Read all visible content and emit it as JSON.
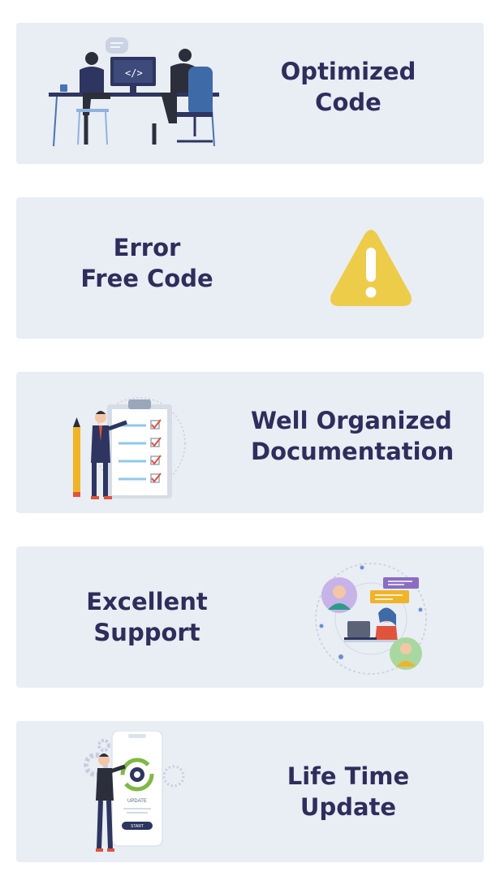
{
  "features": [
    {
      "line1": "Optimized",
      "line2": "Code",
      "illustration": "developers-coding-illustration"
    },
    {
      "line1": "Error",
      "line2": "Free Code",
      "illustration": "warning-icon"
    },
    {
      "line1": "Well Organized",
      "line2": "Documentation",
      "illustration": "documentation-checklist-illustration"
    },
    {
      "line1": "Excellent",
      "line2": "Support",
      "illustration": "customer-support-illustration"
    },
    {
      "line1": "Life Time",
      "line2": "Update",
      "illustration": "app-update-illustration",
      "phone_label": "UPDATE",
      "phone_button": "START"
    }
  ],
  "colors": {
    "card_bg": "#e9edf4",
    "title": "#2d2e5c",
    "warning": "#edcc4a"
  }
}
